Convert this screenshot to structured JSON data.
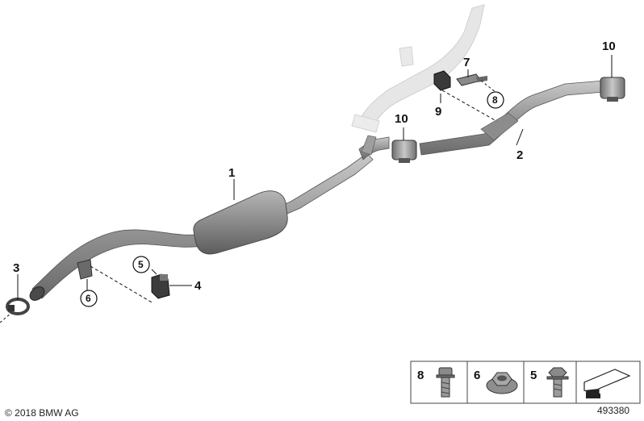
{
  "callouts": {
    "p1": "1",
    "p2": "2",
    "p3": "3",
    "p4": "4",
    "p5": "5",
    "p6": "6",
    "p7": "7",
    "p8": "8",
    "p9": "9",
    "p10a": "10",
    "p10b": "10"
  },
  "legend": {
    "items": [
      {
        "number": "8",
        "icon": "flange-bolt-icon"
      },
      {
        "number": "6",
        "icon": "hex-flange-nut-icon"
      },
      {
        "number": "5",
        "icon": "hex-bolt-icon"
      }
    ],
    "arrow_icon": "direction-arrow-icon"
  },
  "footer": {
    "copyright": "© 2018 BMW AG",
    "diagram_number": "493380"
  },
  "colors": {
    "pipe": "#8e8e8e",
    "pipe_highlight": "#c4c4c4",
    "ghost_pipe": "#e4e4e4",
    "part_dark": "#3a3a3a"
  }
}
